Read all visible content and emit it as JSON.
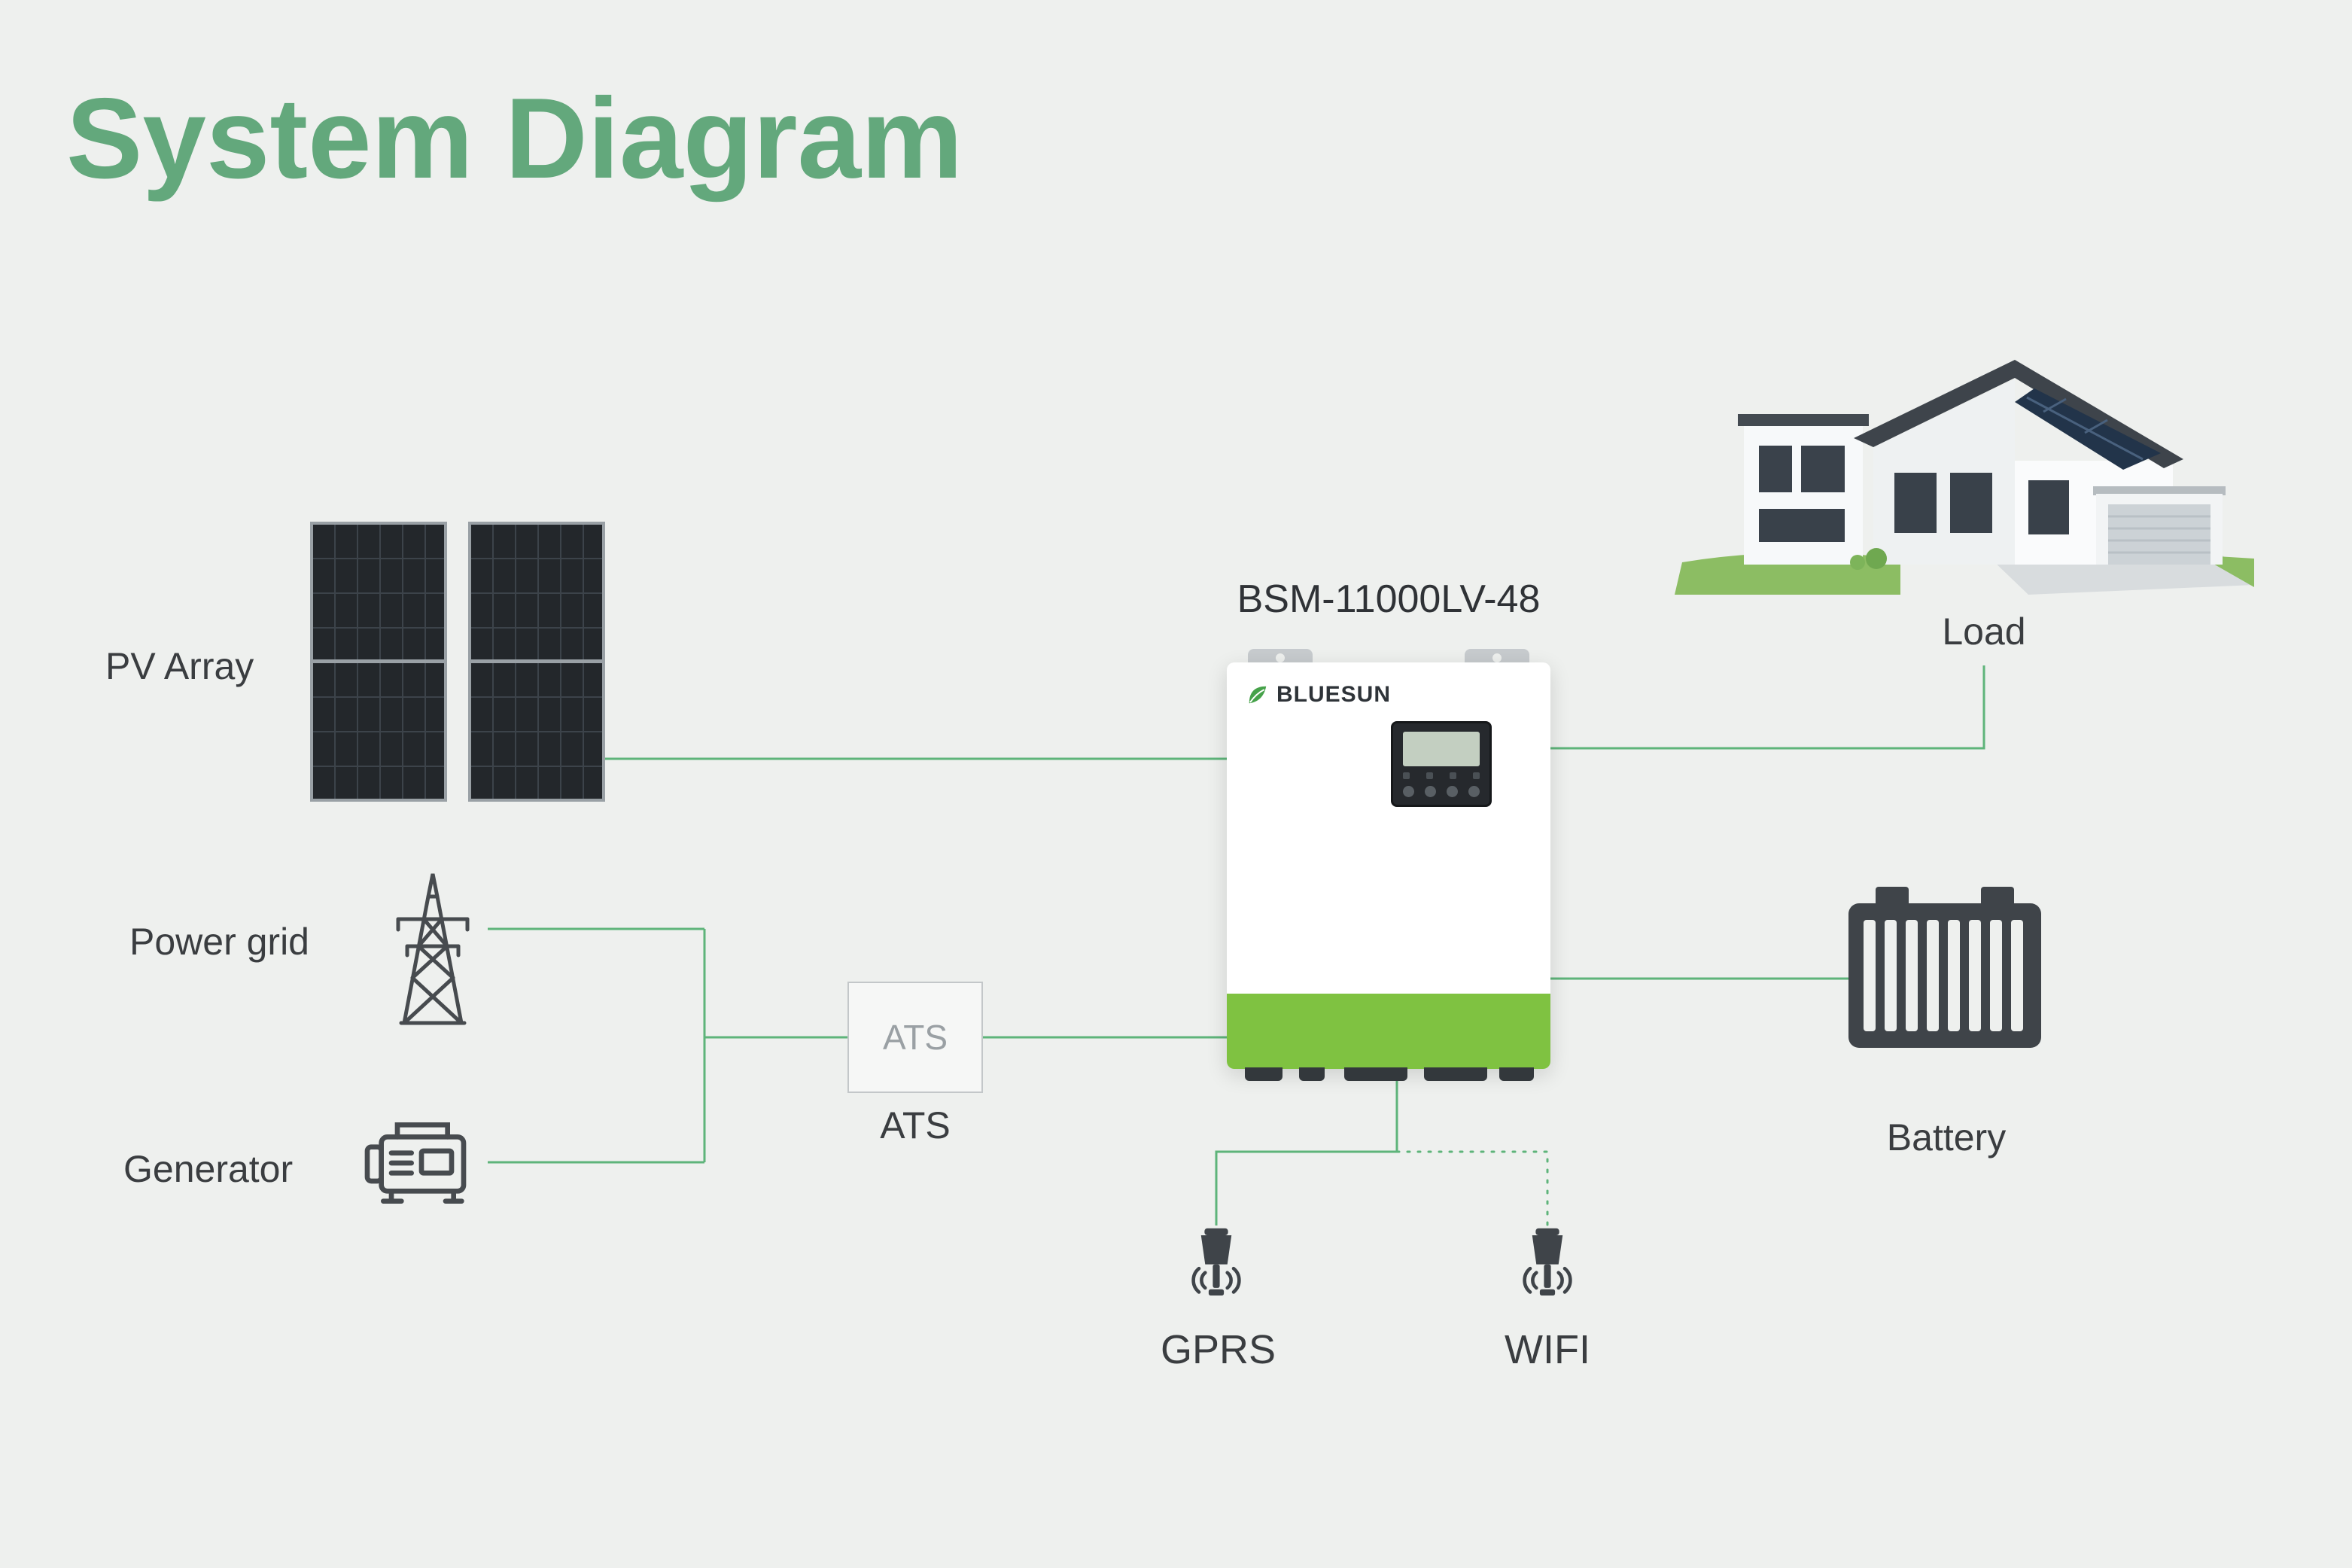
{
  "title": "System Diagram",
  "colors": {
    "background": "#eef0ee",
    "title_green": "#63a87c",
    "line_green": "#5eb47a",
    "inverter_green": "#7fc241",
    "icon_dark": "#3f4449",
    "label_dark": "#3a3d40"
  },
  "inverter": {
    "model": "BSM-11000LV-48",
    "brand": "BLUESUN"
  },
  "nodes": {
    "pv_array": {
      "label": "PV Array"
    },
    "power_grid": {
      "label": "Power grid"
    },
    "generator": {
      "label": "Generator"
    },
    "ats": {
      "box_label": "ATS",
      "caption": "ATS"
    },
    "load": {
      "label": "Load"
    },
    "battery": {
      "label": "Battery"
    },
    "gprs": {
      "label": "GPRS"
    },
    "wifi": {
      "label": "WIFI"
    }
  }
}
